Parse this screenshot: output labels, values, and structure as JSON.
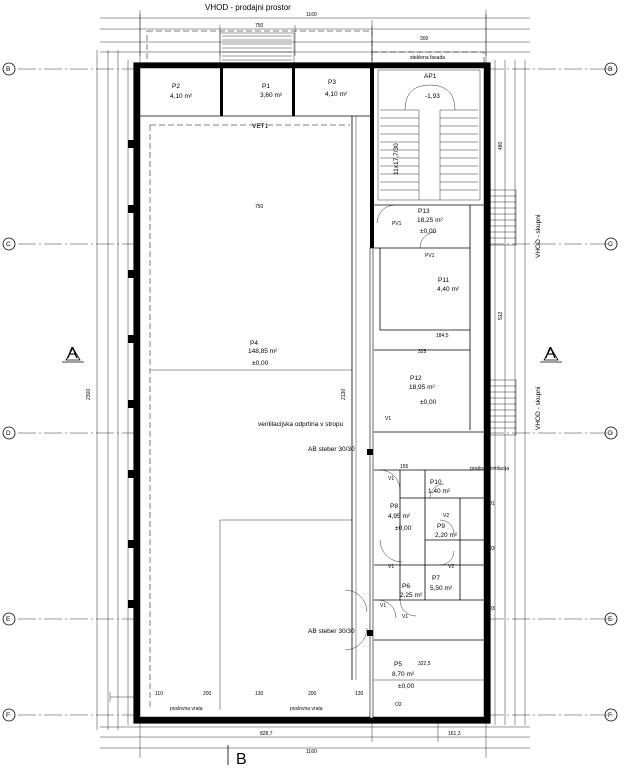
{
  "entrance_top": "VHOD - prodajni prostor",
  "facade_label": "steklena fasada",
  "vestibule": "VET1",
  "ap_label": "AP1",
  "stair_label": "11x17,7/30",
  "stair_level": "-1,93",
  "grid_axes": [
    "B",
    "C",
    "D",
    "E",
    "F"
  ],
  "section_a": "A",
  "section_b": "B",
  "vent_label": "ventilacijska odprtina v stropu",
  "column1": "AB steber 30/30",
  "column2": "AB steber 30/30",
  "entrance_side1": "VHOD - skupni",
  "entrance_side2": "VHOD - skupni",
  "forced_vent": "prisilna ventilacija",
  "window_label": "poslovna vrata",
  "dimensions": {
    "top_total": "1160",
    "top_a": "750",
    "top_b": "300",
    "mid": "750",
    "left_total": "2300",
    "inner_h": "2130",
    "right_a": "512",
    "right_b": "480",
    "bottom_total": "1160",
    "bottom_a": "828,7",
    "bottom_b": "161,3",
    "b1": "110",
    "b2": "200",
    "b3": "130",
    "b4": "200",
    "b5": "130",
    "d1": "325",
    "d2": "184,5",
    "d3": "155",
    "d4": "322,5"
  },
  "rooms": [
    {
      "id": "P2",
      "area": "4,10 m²"
    },
    {
      "id": "P3",
      "area": "4,10 m²"
    },
    {
      "id": "P1",
      "area": "3,60 m²"
    },
    {
      "id": "P4",
      "area": "148,85 m²",
      "level": "±0,00"
    },
    {
      "id": "P13",
      "area": "18,25 m²",
      "level": "±0,00"
    },
    {
      "id": "P11",
      "area": "4,40 m²"
    },
    {
      "id": "P12",
      "area": "18,95 m²",
      "level": "±0,00"
    },
    {
      "id": "P10",
      "area": "1,40 m²"
    },
    {
      "id": "P8",
      "area": "4,95 m²",
      "level": "±0,00"
    },
    {
      "id": "P9",
      "area": "2,20 m²"
    },
    {
      "id": "P7",
      "area": "5,50 m²"
    },
    {
      "id": "P6",
      "area": "2,25 m²"
    },
    {
      "id": "P5",
      "area": "8,70 m²",
      "level": "±0,00"
    }
  ],
  "doors": [
    "PV1",
    "PV1",
    "V1",
    "V2",
    "V1",
    "V2",
    "V1",
    "V1",
    "V1",
    "O1",
    "O2",
    "O3",
    "O3"
  ],
  "level": "±0,00"
}
